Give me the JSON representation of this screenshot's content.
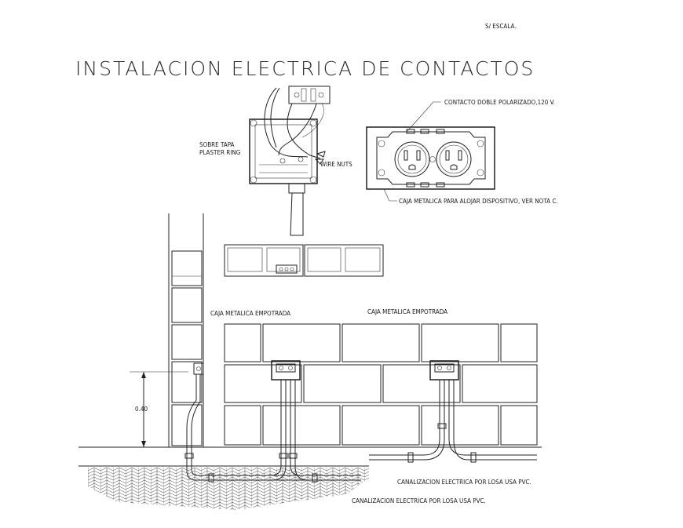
{
  "title": "INSTALACION ELECTRICA DE CONTACTOS",
  "scale_note": "S/ ESCALA.",
  "labels": {
    "sobre_tapa": "SOBRE TAPA",
    "plaster_ring": "PLASTER RING",
    "wire_nuts": "WIRE NUTS",
    "contacto_doble": "CONTACTO DOBLE POLARIZADO,120 V.",
    "caja_metalica_nota": "CAJA METALICA PARA ALOJAR DISPOSITIVO, VER NOTA C.",
    "caja_empotrada_1": "CAJA METALICA EMPOTRADA",
    "caja_empotrada_2": "CAJA METALICA EMPOTRADA",
    "dimension_height": "0.40",
    "canalizacion_1": "CANALIZACION ELECTRICA POR LOSA USA PVC.",
    "canalizacion_2": "CANALIZACION ELECTRICA POR LOSA USA PVC."
  }
}
